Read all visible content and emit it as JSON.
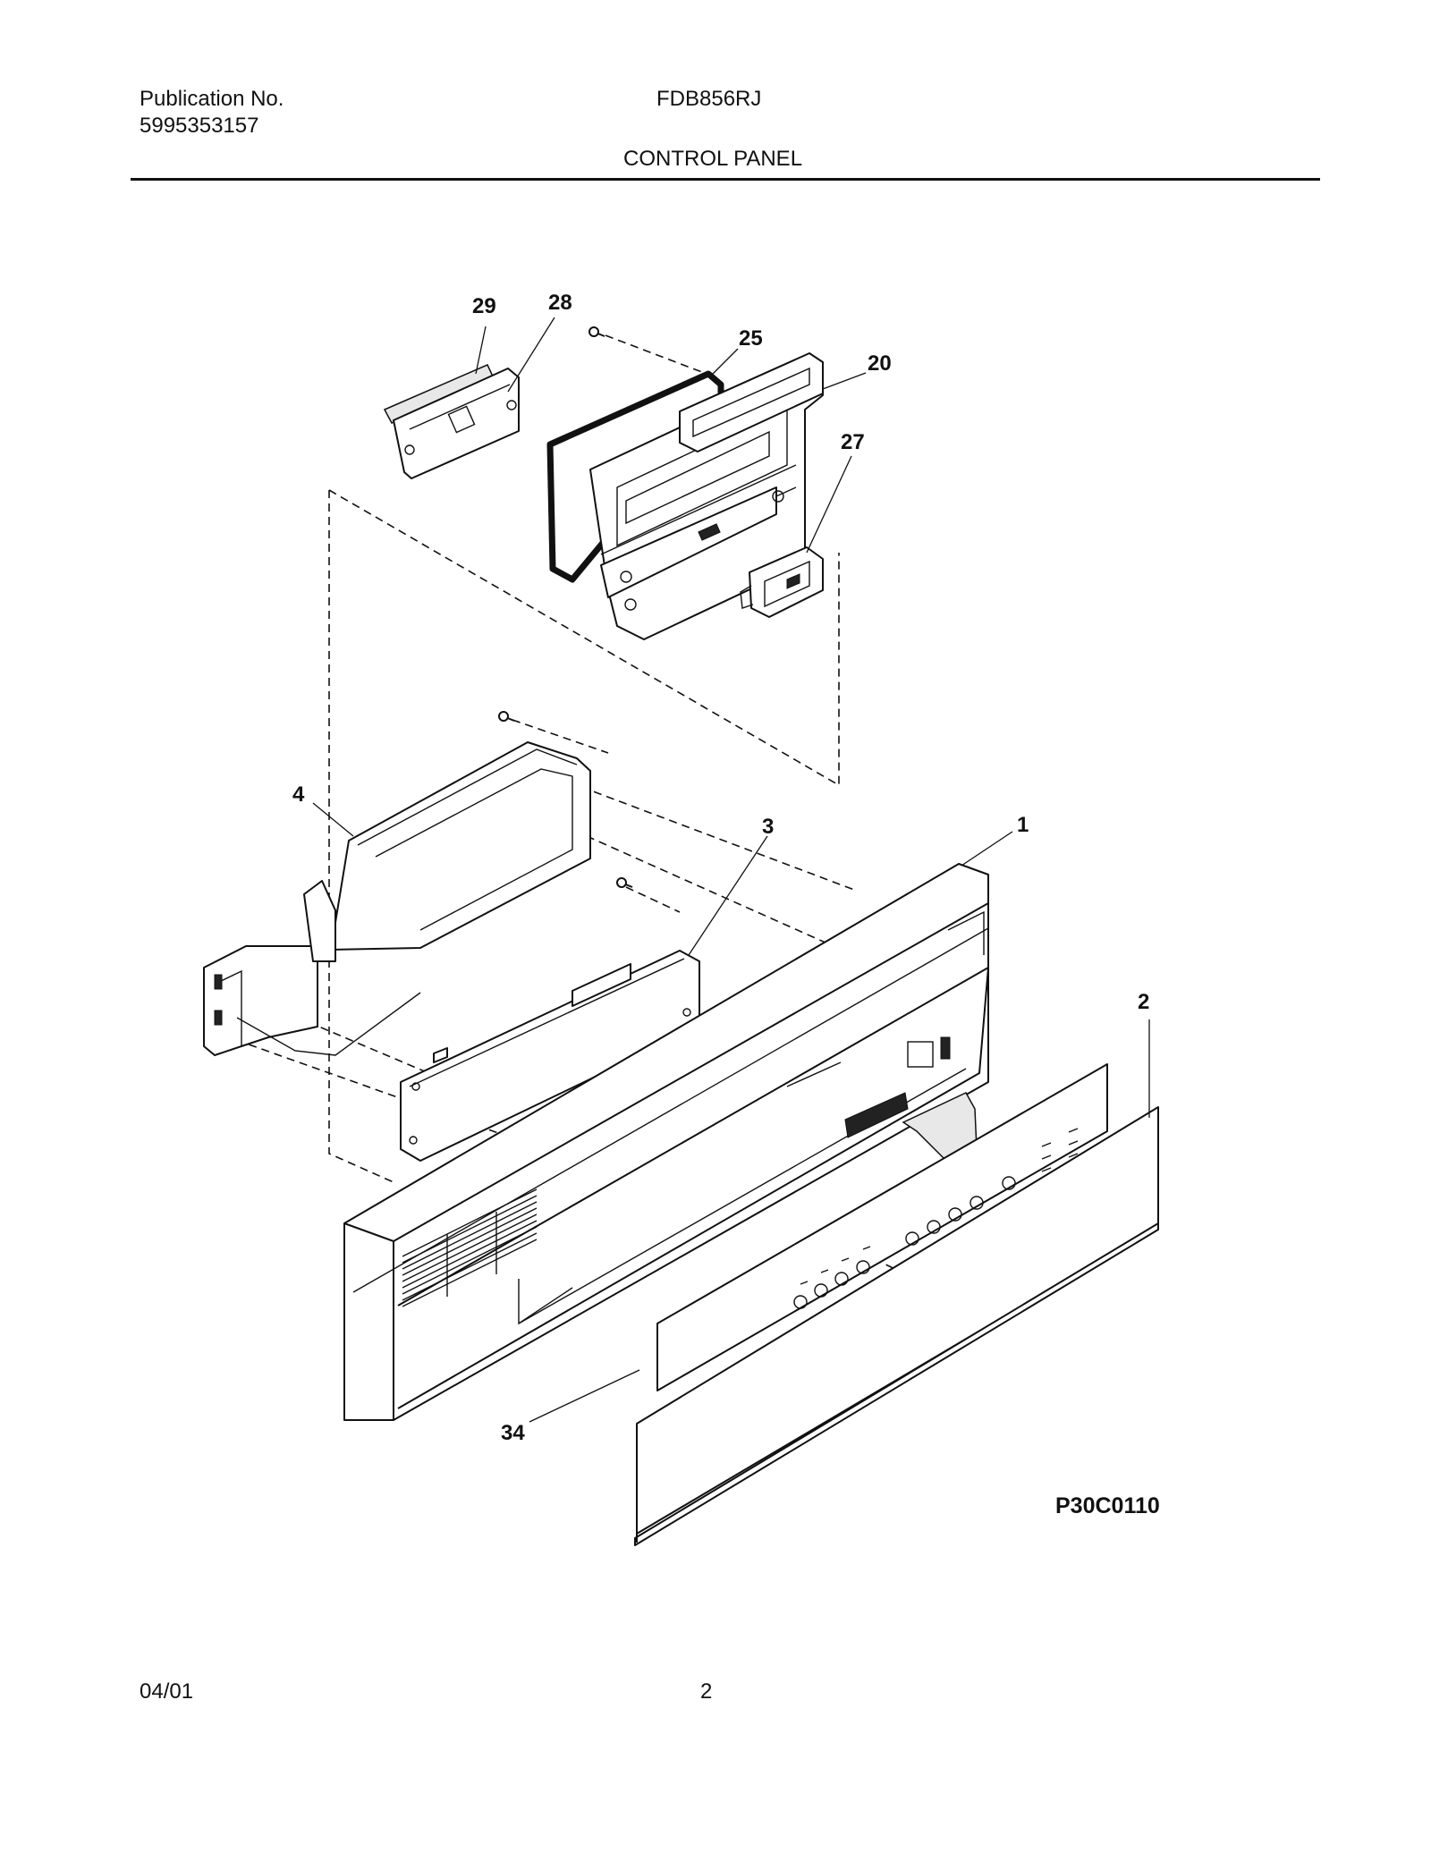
{
  "header": {
    "publication_label": "Publication No.",
    "publication_number": "5995353157",
    "model": "FDB856RJ",
    "section_title": "CONTROL PANEL"
  },
  "diagram": {
    "figure_code": "P30C0110",
    "callouts": [
      "29",
      "28",
      "25",
      "20",
      "27",
      "4",
      "3",
      "1",
      "2",
      "34"
    ]
  },
  "footer": {
    "date": "04/01",
    "page_number": "2"
  }
}
